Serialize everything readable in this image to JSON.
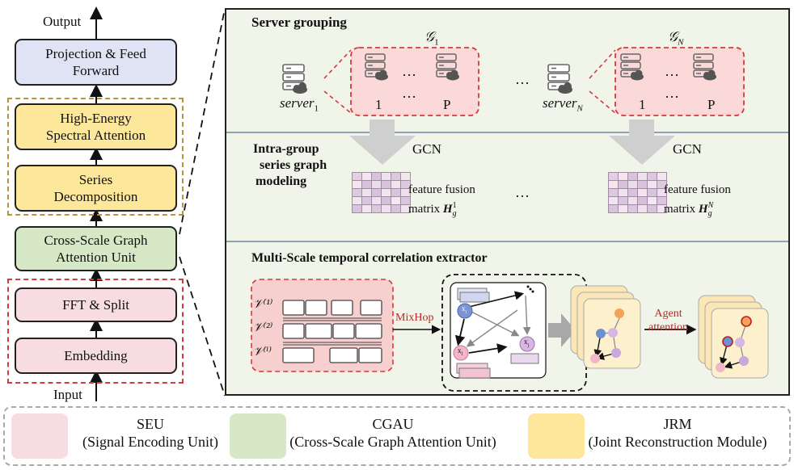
{
  "left_stack": {
    "output_label": "Output",
    "input_label": "Input",
    "projection": [
      "Projection & Feed",
      "Forward"
    ],
    "hesa": [
      "High-Energy",
      "Spectral Attention"
    ],
    "series_decomp": [
      "Series",
      "Decomposition"
    ],
    "cgau": [
      "Cross-Scale Graph",
      "Attention Unit"
    ],
    "fft": "FFT & Split",
    "embedding": "Embedding"
  },
  "panel": {
    "server_grouping": {
      "title": "Server grouping",
      "group_1": "𝒢",
      "group_1_sub": "1",
      "group_n": "𝒢",
      "group_n_sub": "N",
      "server_1": "server",
      "server_1_sub": "1",
      "server_n": "server",
      "server_n_sub": "N",
      "dots": "…",
      "idx_first": "1",
      "idx_last": "P"
    },
    "intra_group": {
      "title": [
        "Intra-group",
        "series graph",
        "modeling"
      ],
      "gcn": "GCN",
      "fusion_1": [
        "feature fusion",
        "matrix"
      ],
      "fusion_1_symbol": "H",
      "fusion_1_sub": "g",
      "fusion_1_sup": "1",
      "fusion_n_symbol": "H",
      "fusion_n_sub": "g",
      "fusion_n_sup": "N",
      "dots": "…"
    },
    "multiscale": {
      "title": "Multi-Scale temporal correlation extractor",
      "v_labels": [
        "𝒱⁽¹⁾",
        "𝒱⁽²⁾",
        "𝒱⁽ⁱ⁾"
      ],
      "mixhop": "MixHop",
      "agent": [
        "Agent",
        "attention"
      ],
      "nodes": [
        "x",
        "x",
        "x"
      ],
      "node_subs": [
        "i",
        "j",
        "l"
      ]
    }
  },
  "legend": {
    "seu": [
      "SEU",
      "(Signal Encoding Unit)"
    ],
    "cgau": [
      "CGAU",
      "(Cross-Scale Graph Attention Unit)"
    ],
    "jrm": [
      "JRM",
      "(Joint Reconstruction Module)"
    ]
  },
  "colors": {
    "pink": "#f7dde1",
    "green": "#d6e8c6",
    "yellow": "#fde79a",
    "blue": "#dfe3f4",
    "panel_bg": "#f1f5e9",
    "red_dash": "#d53a3a",
    "gold_dash": "#b8943e"
  }
}
